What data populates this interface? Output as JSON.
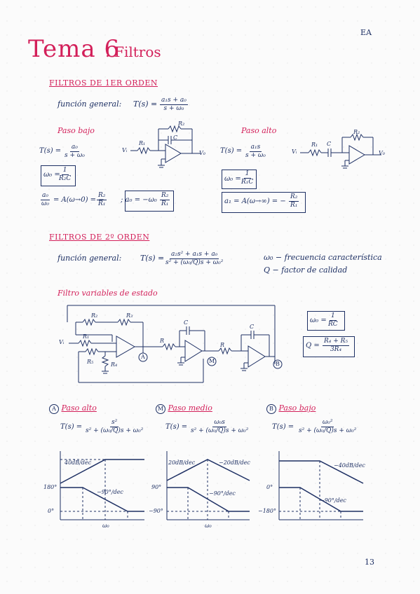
{
  "header": {
    "title": "Tema 6",
    "subtitle": ": Filtros",
    "initials": "EA",
    "page_number": "13"
  },
  "first_order": {
    "heading": "Filtros de 1er orden",
    "general_label": "función general:",
    "general_lhs": "T(s) =",
    "general_num": "a₁s + a₀",
    "general_den": "s + ω₀",
    "lowpass": {
      "title": "Paso bajo",
      "t_lhs": "T(s) =",
      "t_num": "a₀",
      "t_den": "s + ω₀",
      "w0_lhs": "ω₀ =",
      "w0_num": "1",
      "w0_den": "R₂C",
      "gain_num": "a₀",
      "gain_den": "ω₀",
      "gain_mid": "= A(ω→0) = −",
      "gain_rnum": "R₂",
      "gain_rden": "R₁",
      "a0_lhs": "; a₀ = −ω₀",
      "a0_num": "R₂",
      "a0_den": "R₁",
      "r1": "R₁",
      "r2": "R₂",
      "c": "C",
      "vi": "Vᵢ",
      "vo": "V₀"
    },
    "highpass": {
      "title": "Paso alto",
      "t_lhs": "T(s) =",
      "t_num": "a₁s",
      "t_den": "s + ω₀",
      "w0_lhs": "ω₀ =",
      "w0_num": "1",
      "w0_den": "R₁C",
      "a1_lhs": "a₁ = A(ω→∞) = −",
      "a1_num": "R₂",
      "a1_den": "R₁",
      "r1": "R₁",
      "r2": "R₂",
      "c": "C",
      "vi": "Vᵢ",
      "vo": "V₀"
    }
  },
  "second_order": {
    "heading": "Filtros de 2º orden",
    "general_label": "función general:",
    "general_lhs": "T(s) =",
    "general_num": "a₂s² + a₁s + a₀",
    "general_den": "s² + (ω₀/Q)s + ω₀²",
    "w0_def": "ω₀ − frecuencia característica",
    "q_def": "Q − factor de calidad"
  },
  "state_variable": {
    "title": "Filtro variables de estado",
    "w0_lhs": "ω₀ =",
    "w0_num": "1",
    "w0_den": "RC",
    "q_lhs": "Q =",
    "q_num": "R₄ + R₅",
    "q_den": "3R₄",
    "labels": {
      "r1": "R₁",
      "r2": "R₂",
      "r3": "R₃",
      "r4": "R₄",
      "r5": "R₅",
      "r": "R",
      "c": "C",
      "vi": "Vᵢ",
      "a": "A",
      "m": "M",
      "b": "B"
    }
  },
  "responses": [
    {
      "marker": "A",
      "title": "Paso alto",
      "t_lhs": "T(s) =",
      "t_num": "s²",
      "t_den": "s² + (ω₀/Q)s + ω₀²",
      "mag_slope": "40dB/dec",
      "phase_slope": "−90°/dec",
      "phase_top": "180°",
      "phase_bottom": "0°",
      "x_label": "ω₀"
    },
    {
      "marker": "M",
      "title": "Paso medio",
      "t_lhs": "T(s) =",
      "t_num": "ω₀s",
      "t_den": "s² + (ω₀/Q)s + ω₀²",
      "mag_slope_left": "20dB/dec",
      "mag_slope": "−20dB/dec",
      "phase_slope": "−90°/dec",
      "phase_top": "90°",
      "phase_bottom": "−90°",
      "x_label": "ω₀"
    },
    {
      "marker": "B",
      "title": "Paso bajo",
      "t_lhs": "T(s) =",
      "t_num": "ω₀²",
      "t_den": "s² + (ω₀/Q)s + ω₀²",
      "mag_slope": "−40dB/dec",
      "phase_slope": "−90°/dec",
      "phase_top": "0°",
      "phase_bottom": "−180°",
      "x_label": ""
    }
  ],
  "colors": {
    "ink": "#1d2f63",
    "accent": "#d3205a"
  }
}
